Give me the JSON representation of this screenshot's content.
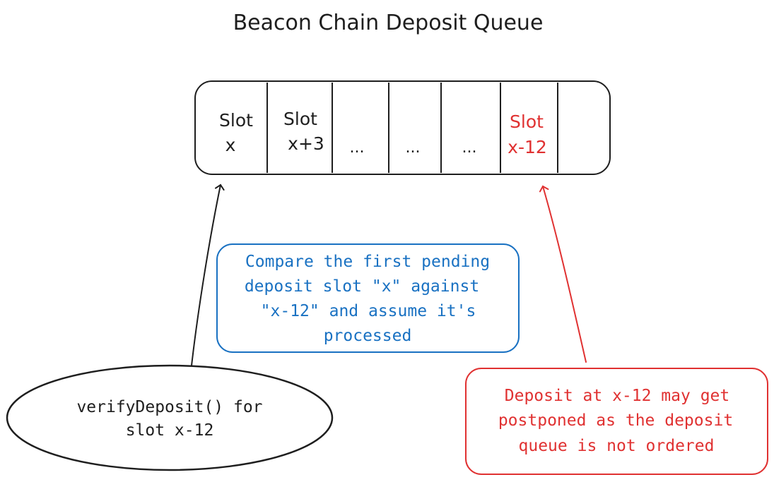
{
  "title": "Beacon Chain Deposit Queue",
  "queue": {
    "slots": [
      {
        "line1": "Slot",
        "line2": "x"
      },
      {
        "line1": "Slot",
        "line2": "x+3"
      },
      {
        "line1": "...",
        "line2": ""
      },
      {
        "line1": "...",
        "line2": ""
      },
      {
        "line1": "...",
        "line2": ""
      },
      {
        "line1": "Slot",
        "line2": "x-12"
      },
      {
        "line1": "",
        "line2": ""
      }
    ]
  },
  "compare_note": {
    "lines": [
      "Compare the first pending",
      "deposit slot \"x\" against",
      "\"x-12\" and assume it's",
      "processed"
    ]
  },
  "verify_call": {
    "lines": [
      "verifyDeposit() for",
      "slot x-12"
    ]
  },
  "warning_note": {
    "lines": [
      "Deposit at x-12 may get",
      "postponed as the deposit",
      "queue is not ordered"
    ]
  },
  "colors": {
    "ink": "#1e1e1e",
    "blue": "#1971c2",
    "red": "#e03131"
  }
}
